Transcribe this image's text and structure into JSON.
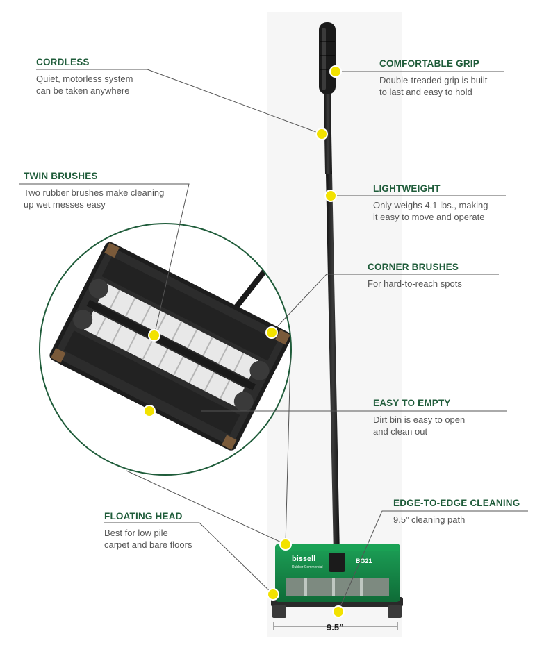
{
  "features": {
    "cordless": {
      "title": "CORDLESS",
      "desc": "Quiet, motorless system\ncan be taken anywhere"
    },
    "comfortable_grip": {
      "title": "COMFORTABLE GRIP",
      "desc": "Double-treaded grip is built\nto last and easy to hold"
    },
    "twin_brushes": {
      "title": "TWIN BRUSHES",
      "desc": "Two rubber brushes make cleaning\nup wet messes easy"
    },
    "lightweight": {
      "title": "LIGHTWEIGHT",
      "desc": "Only weighs 4.1 lbs., making\nit easy to move and operate"
    },
    "corner_brushes": {
      "title": "CORNER BRUSHES",
      "desc": "For hard-to-reach spots"
    },
    "easy_to_empty": {
      "title": "EASY TO EMPTY",
      "desc": "Dirt bin is easy to open\nand clean out"
    },
    "edge_to_edge": {
      "title": "EDGE-TO-EDGE CLEANING",
      "desc": "9.5” cleaning path"
    },
    "floating_head": {
      "title": "FLOATING HEAD",
      "desc": "Best for low pile\ncarpet and bare floors"
    }
  },
  "product": {
    "brand": "bissell",
    "model": "BG21",
    "brand_sub": "Rubber Commercial"
  },
  "dimension": {
    "width_label": "9.5”"
  },
  "colors": {
    "heading_green": "#1f5c3a",
    "body_text": "#555555",
    "marker_yellow": "#f2e200",
    "sweeper_green": "#168a4a",
    "leader_line": "#555555"
  }
}
